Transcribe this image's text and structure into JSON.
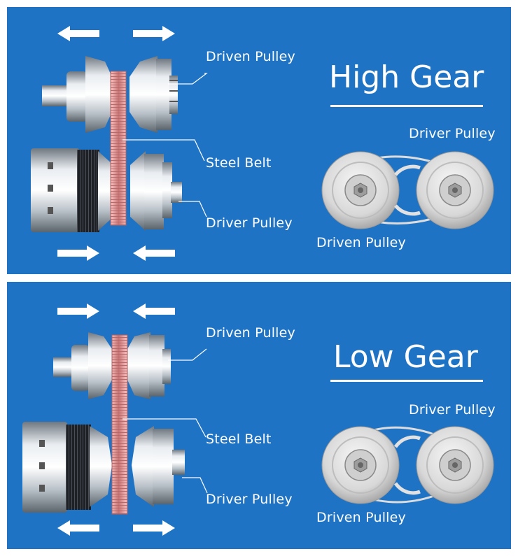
{
  "panels": [
    {
      "title": "High Gear",
      "labels": {
        "driven_pulley": "Driven Pulley",
        "steel_belt": "Steel Belt",
        "driver_pulley": "Driver Pulley",
        "small_driver": "Driver Pulley",
        "small_driven": "Driven Pulley"
      }
    },
    {
      "title": "Low Gear",
      "labels": {
        "driven_pulley": "Driven Pulley",
        "steel_belt": "Steel Belt",
        "driver_pulley": "Driver Pulley",
        "small_driver": "Driver Pulley",
        "small_driven": "Driven Pulley"
      }
    }
  ],
  "colors": {
    "background": "#1f73c4",
    "belt": "#e8a6a6",
    "text": "#ffffff"
  }
}
